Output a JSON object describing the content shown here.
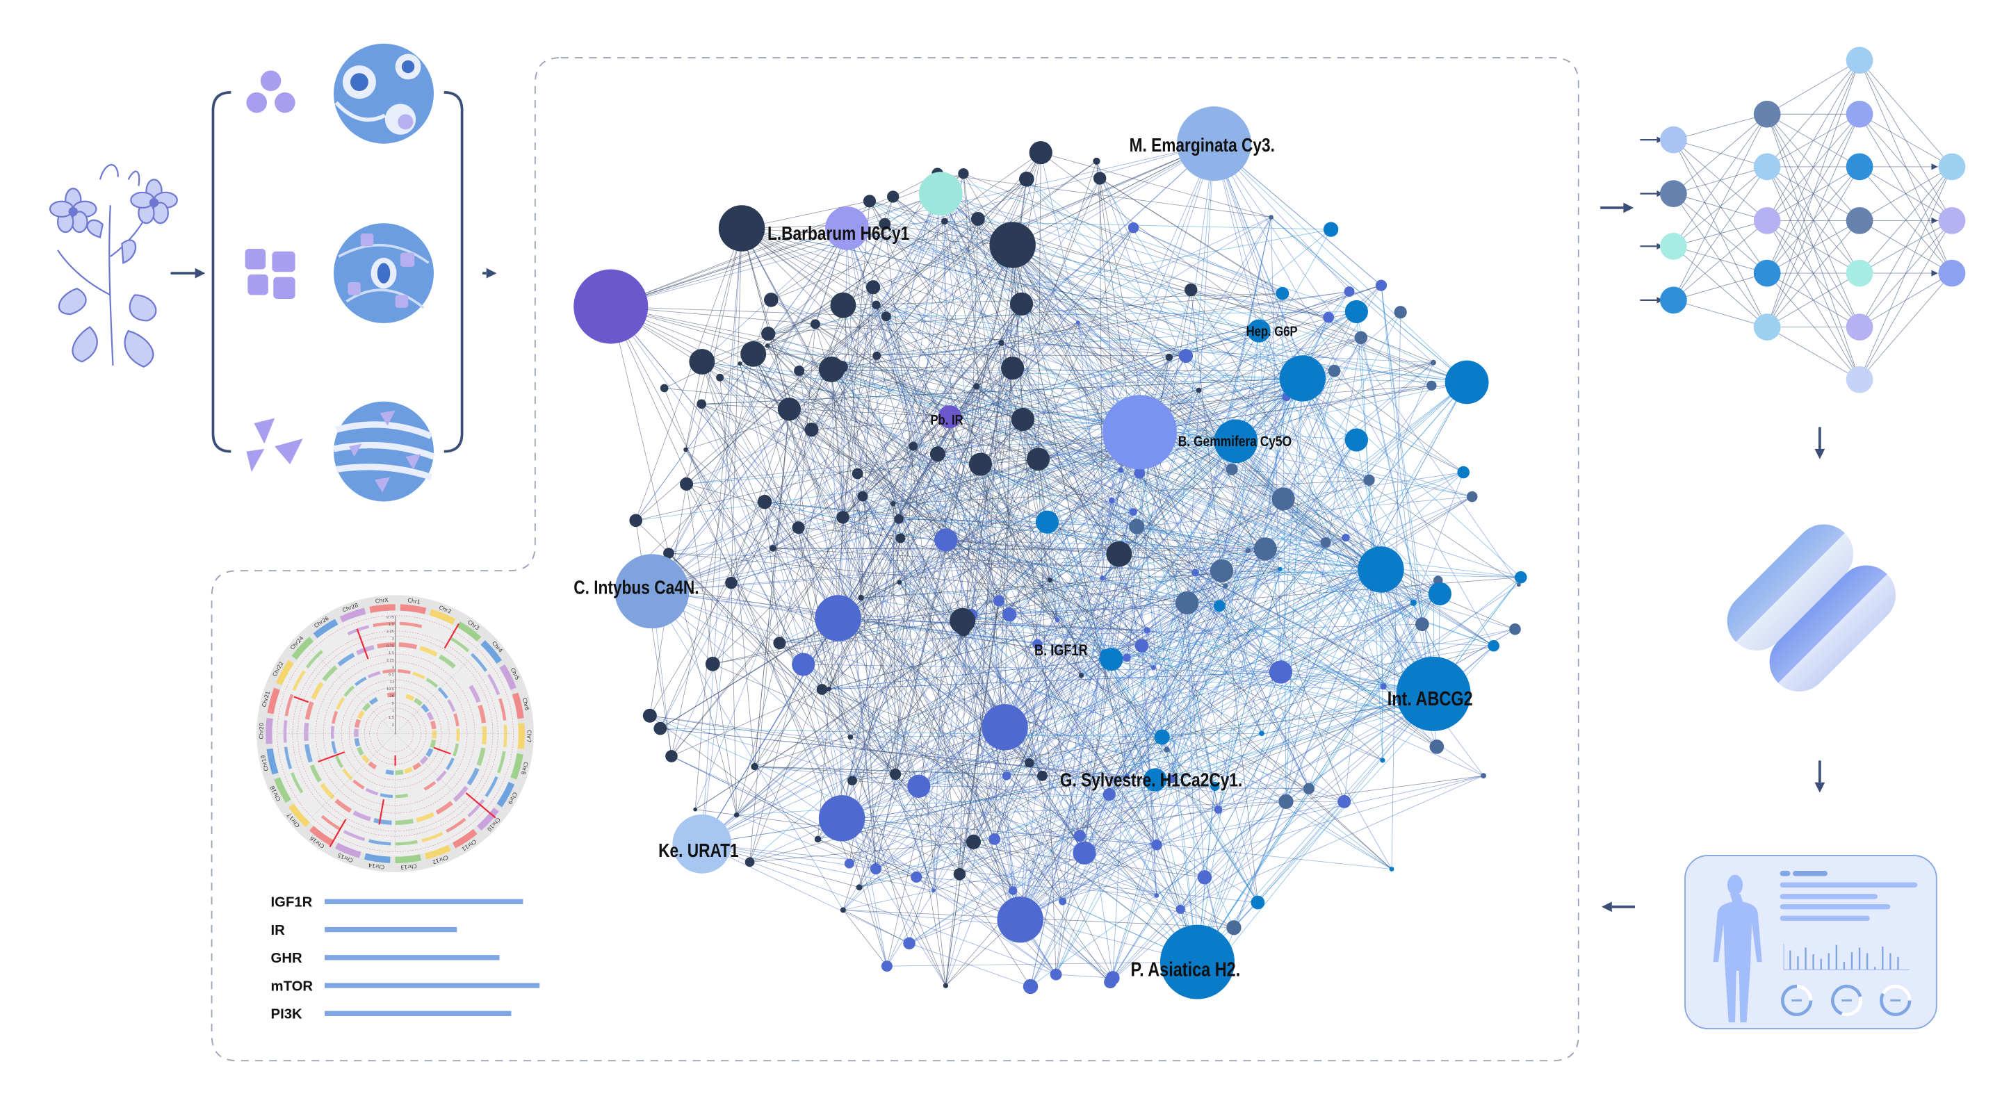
{
  "network": {
    "labels": {
      "m_emarginata": "M. Emarginata Cy3.",
      "l_barbarum": "L.Barbarum H6Cy1",
      "hep_g6p": "Hep. G6P",
      "pb_ir": "Pb. IR",
      "b_gemmifera": "B. Gemmifera Cy5O",
      "c_intybus": "C. Intybus Ca4N.",
      "b_igf1r": "B. IGF1R",
      "int_abcg2": "Int. ABCG2",
      "g_sylvestre": "G. Sylvestre. H1Ca2Cy1.",
      "ke_urat1": "Ke. URAT1",
      "p_asiatica": "P. Asiatica H2."
    },
    "colors": {
      "dark": "#2b3a55",
      "blue": "#0a7bc8",
      "mid": "#4e69cf",
      "light": "#7b93f0",
      "purple": "#6a58cc",
      "teal": "#9ce6dc",
      "steel": "#4a6a9a"
    }
  },
  "circos": {
    "chromosomes": [
      "Chr1",
      "Chr2",
      "Chr3",
      "Chr4",
      "Chr5",
      "Chr6",
      "Chr7",
      "Chr8",
      "Chr9",
      "Chr10",
      "Chr11",
      "Chr12",
      "Chr13",
      "Chr14",
      "Chr15",
      "Chr16",
      "Chr17",
      "Chr18",
      "Chr19",
      "Chr20",
      "Chr21",
      "Chr22",
      "Chr24",
      "Chr26",
      "Chr28",
      "ChrX"
    ],
    "ticks": [
      "0.75",
      "1.5",
      "2.25",
      "3",
      "0.75",
      "1.5",
      "2.25",
      "3",
      "6.5",
      "13",
      "19.5",
      "26",
      "5",
      "1",
      "1.5",
      "2"
    ],
    "colors": [
      "#f08a8a",
      "#f5d66e",
      "#9fd08c",
      "#6fa3e0",
      "#c9a2dc"
    ]
  },
  "genes": [
    {
      "name": "IGF1R",
      "value": 0.84
    },
    {
      "name": "IR",
      "value": 0.56
    },
    {
      "name": "GHR",
      "value": 0.74
    },
    {
      "name": "mTOR",
      "value": 0.91
    },
    {
      "name": "PI3K",
      "value": 0.79
    }
  ],
  "accent": "#7fa6e2"
}
